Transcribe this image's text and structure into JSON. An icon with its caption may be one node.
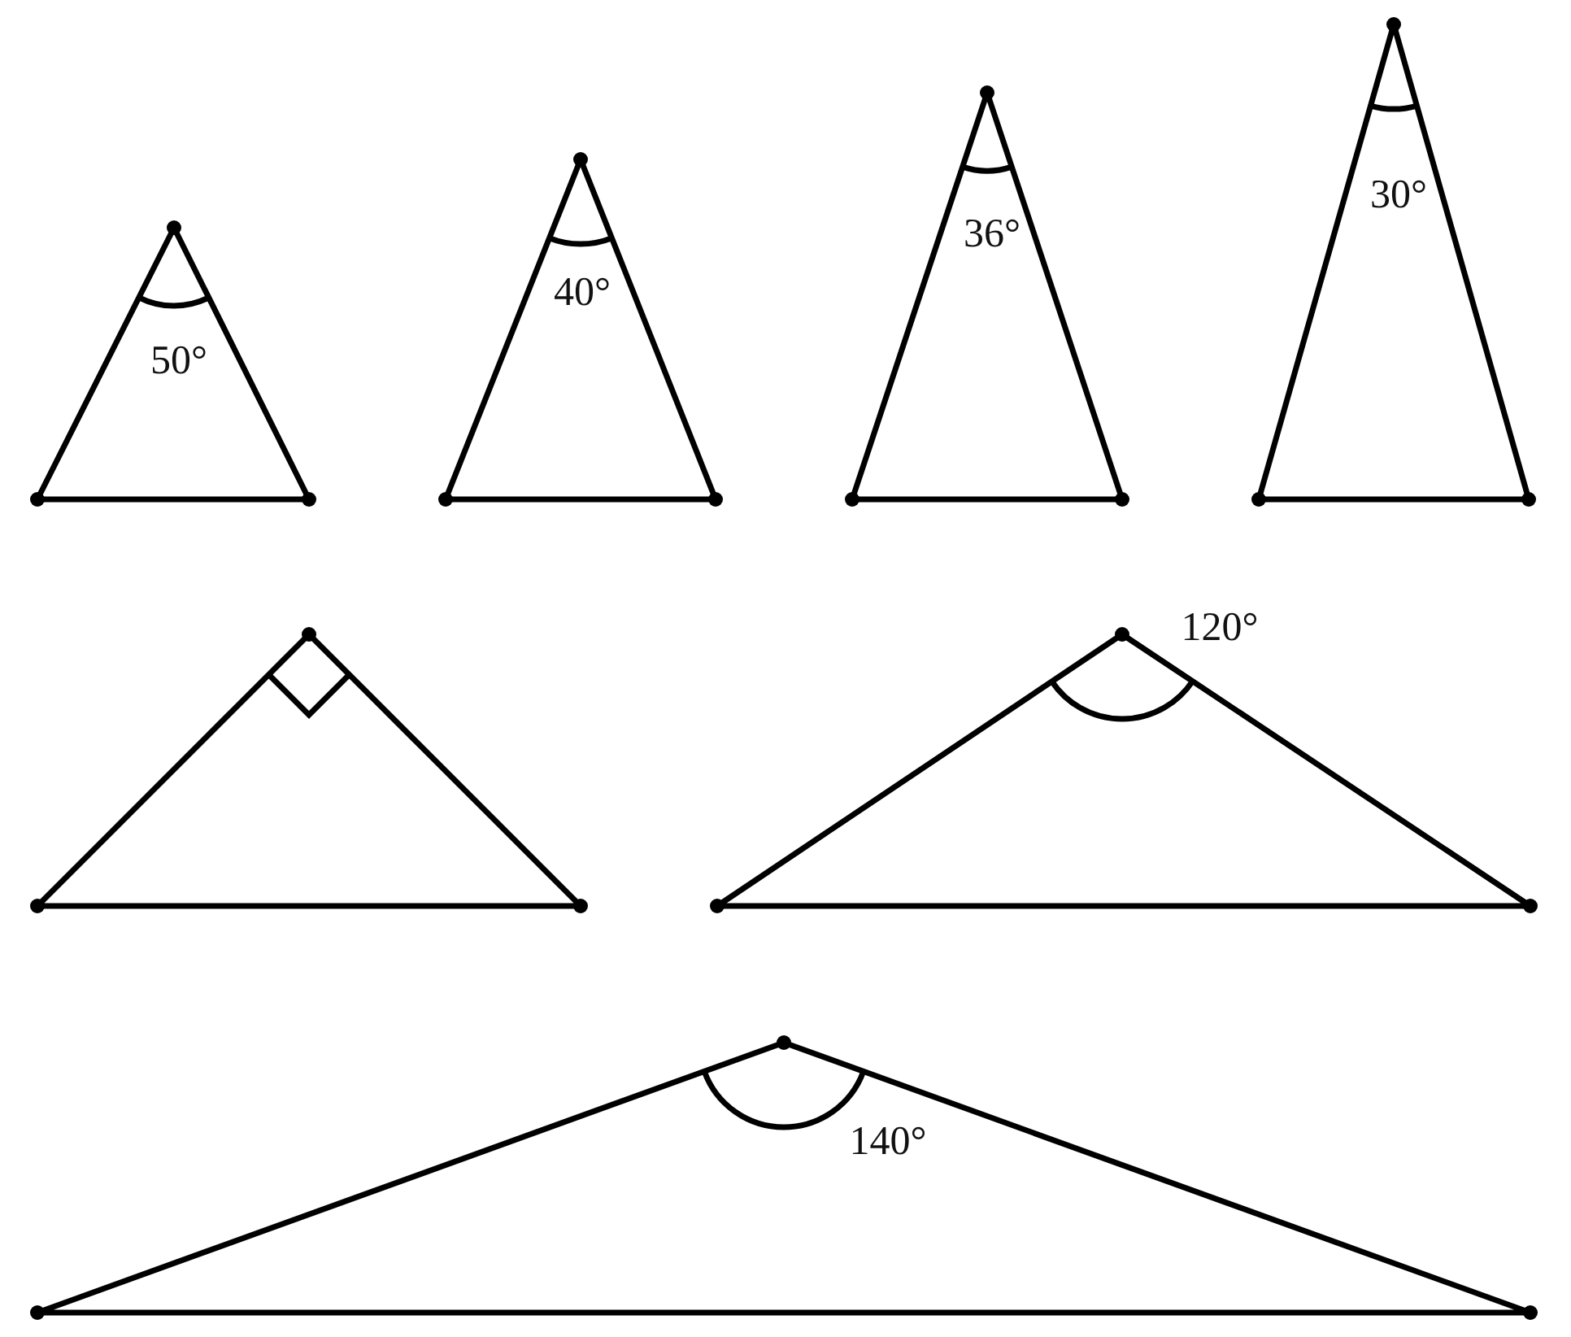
{
  "diagram": {
    "labels": [
      "50°",
      "40°",
      "36°",
      "30°",
      "120°",
      "140°"
    ]
  }
}
